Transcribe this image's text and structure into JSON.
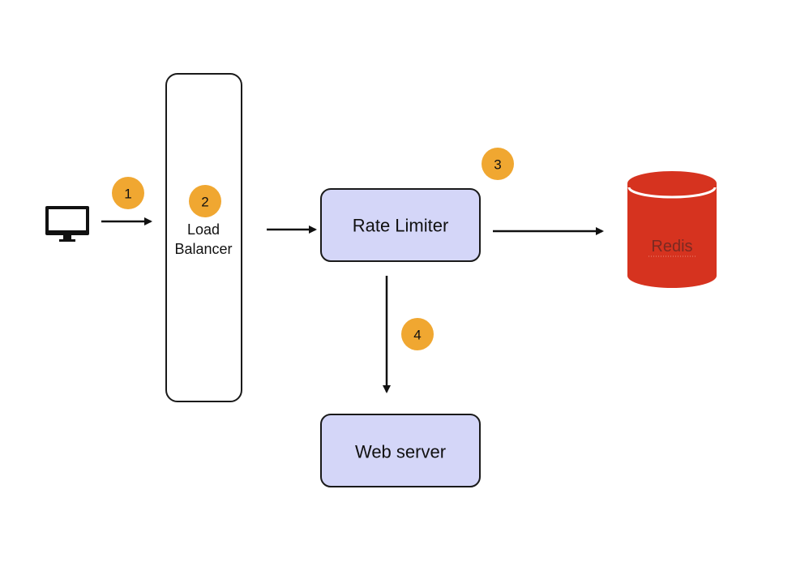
{
  "colors": {
    "badge": "#f0a731",
    "box_fill": "#d4d6f8",
    "box_stroke": "#1a1a1a",
    "redis": "#d6331f",
    "redis_text": "#7a2a22",
    "arrow": "#111111"
  },
  "client": {
    "icon": "monitor-icon"
  },
  "steps": [
    {
      "label": "1"
    },
    {
      "label": "2"
    },
    {
      "label": "3"
    },
    {
      "label": "4"
    }
  ],
  "load_balancer": {
    "line1": "Load",
    "line2": "Balancer"
  },
  "rate_limiter": {
    "label": "Rate Limiter"
  },
  "web_server": {
    "label": "Web server"
  },
  "redis": {
    "label": "Redis",
    "icon": "database-cylinder-icon"
  }
}
